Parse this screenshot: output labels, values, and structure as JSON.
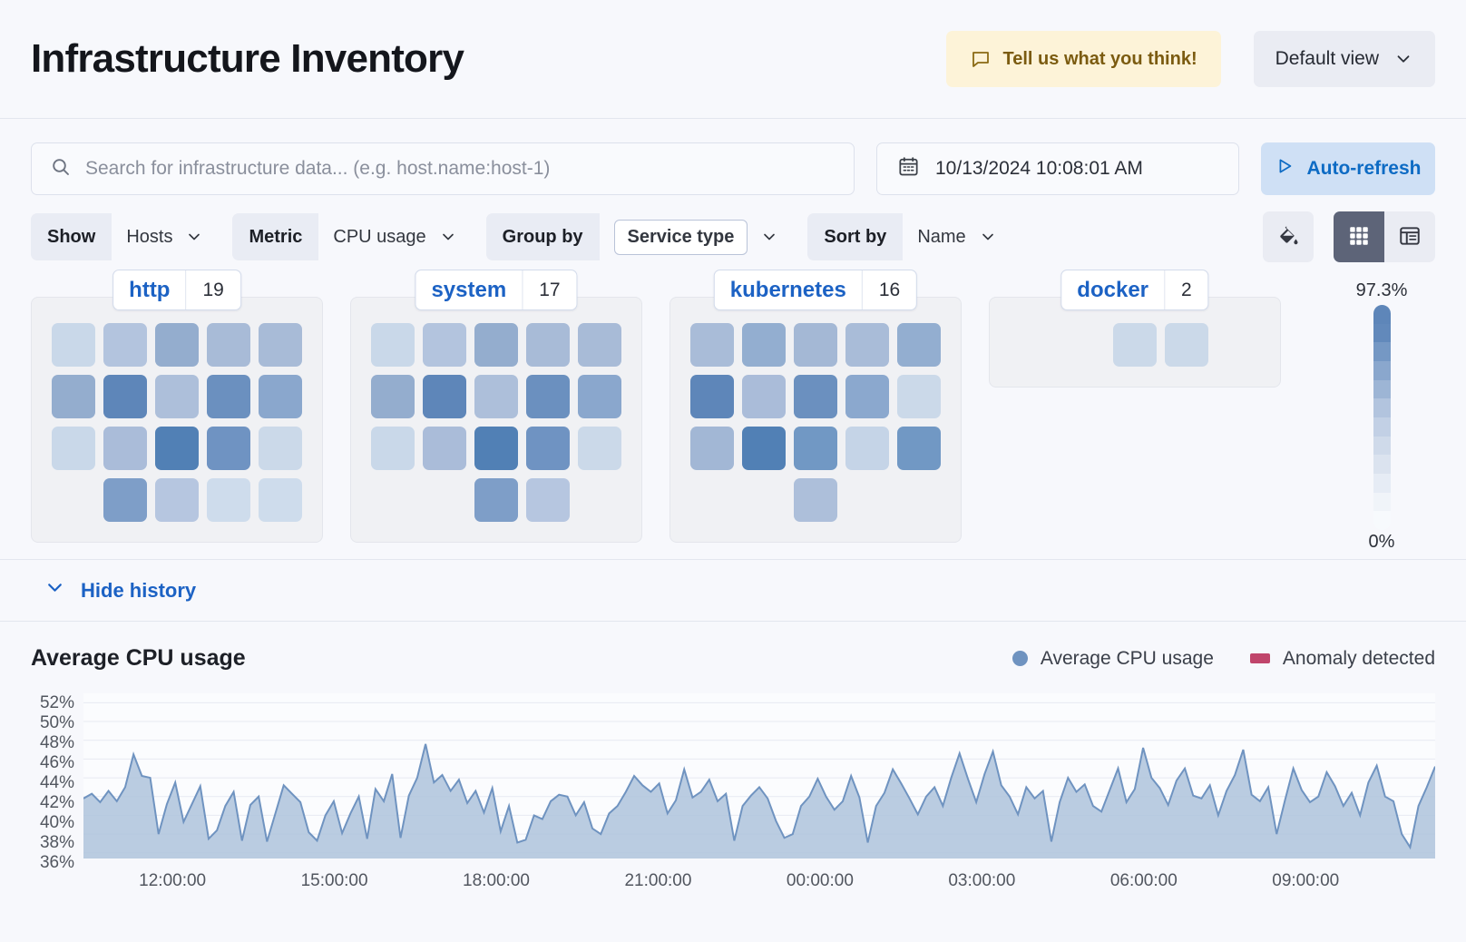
{
  "header": {
    "title": "Infrastructure Inventory",
    "feedback_label": "Tell us what you think!",
    "feedback_icon": "comment-icon",
    "view_label": "Default view",
    "view_icon": "chevron-down-icon"
  },
  "search": {
    "placeholder": "Search for infrastructure data... (e.g. host.name:host-1)",
    "value": "",
    "icon": "search-icon"
  },
  "date": {
    "value": "10/13/2024 10:08:01 AM",
    "icon": "calendar-icon"
  },
  "refresh": {
    "label": "Auto-refresh",
    "icon": "play-icon"
  },
  "filters": [
    {
      "label": "Show",
      "value": "Hosts",
      "boxed": false
    },
    {
      "label": "Metric",
      "value": "CPU usage",
      "boxed": false
    },
    {
      "label": "Group by",
      "value": "Service type",
      "boxed": true
    },
    {
      "label": "Sort by",
      "value": "Name",
      "boxed": false
    }
  ],
  "tools": {
    "palette_icon": "color-fill-icon",
    "grid_view_icon": "grid-view-icon",
    "table_view_icon": "table-view-icon",
    "active_view": "grid"
  },
  "legend_scale": {
    "max_label": "97.3%",
    "min_label": "0%",
    "stops": [
      "#5e86b9",
      "#6289bb",
      "#7598c4",
      "#8aa7cd",
      "#9db5d5",
      "#b2c4de",
      "#c2d0e5",
      "#cfdaea",
      "#dbe3ef",
      "#e6ecf5",
      "#f0f4f9",
      "#f7fafd"
    ]
  },
  "groups": [
    {
      "name": "http",
      "count": "19",
      "rows": [
        {
          "offset": 0,
          "colors": [
            "#c9d8e9",
            "#b3c4de",
            "#94adce",
            "#a8bbd7",
            "#a8bbd7"
          ]
        },
        {
          "offset": 0,
          "colors": [
            "#94adce",
            "#5e86b9",
            "#adbfda",
            "#6b90bf",
            "#8aa7cd"
          ]
        },
        {
          "offset": 0,
          "colors": [
            "#c9d8e9",
            "#aabcd9",
            "#5180b5",
            "#6f93c2",
            "#cbd9e9"
          ]
        },
        {
          "offset": 1,
          "colors": [
            "#7e9ec8",
            "#b6c6e0",
            "#cedcec",
            "#cedcec"
          ]
        }
      ]
    },
    {
      "name": "system",
      "count": "17",
      "rows": [
        {
          "offset": 0,
          "colors": [
            "#c9d8e9",
            "#b3c4de",
            "#94adce",
            "#a8bbd7",
            "#a8bbd7"
          ]
        },
        {
          "offset": 0,
          "colors": [
            "#94adce",
            "#5e86b9",
            "#adbfda",
            "#6b90bf",
            "#8aa7cd"
          ]
        },
        {
          "offset": 0,
          "colors": [
            "#c9d8e9",
            "#aabcd9",
            "#5180b5",
            "#6f93c2",
            "#cbd9e9"
          ]
        },
        {
          "offset": 2,
          "colors": [
            "#7e9ec8",
            "#b6c6e0"
          ]
        }
      ]
    },
    {
      "name": "kubernetes",
      "count": "16",
      "rows": [
        {
          "offset": 0,
          "colors": [
            "#a9bcd8",
            "#93aed0",
            "#a4b8d5",
            "#a9bcd8",
            "#93aed0"
          ]
        },
        {
          "offset": 0,
          "colors": [
            "#5e86b9",
            "#aabcd9",
            "#6b90bf",
            "#8ba8ce",
            "#cbd9e9"
          ]
        },
        {
          "offset": 0,
          "colors": [
            "#a2b7d5",
            "#5180b5",
            "#7198c4",
            "#c5d4e7",
            "#7198c4"
          ]
        },
        {
          "offset": 2,
          "colors": [
            "#adbfda"
          ]
        }
      ]
    },
    {
      "name": "docker",
      "count": "2",
      "rows": [
        {
          "offset": 2,
          "colors": [
            "#cbd9e9",
            "#cbd9e9"
          ]
        }
      ]
    }
  ],
  "hide_history": {
    "label": "Hide history",
    "icon": "chevron-down-icon"
  },
  "chart_data": {
    "type": "area",
    "title": "Average CPU usage",
    "xlabel": "",
    "ylabel": "",
    "ylim": [
      35,
      53
    ],
    "grid": true,
    "legend_position": "top-right",
    "legend": [
      {
        "name": "Average CPU usage",
        "color": "#6f93c0",
        "marker": "dot"
      },
      {
        "name": "Anomaly detected",
        "color": "#c0456b",
        "marker": "bar"
      }
    ],
    "yticks": [
      "52%",
      "50%",
      "48%",
      "46%",
      "44%",
      "42%",
      "40%",
      "38%",
      "36%"
    ],
    "ytick_values": [
      52,
      50,
      48,
      46,
      44,
      42,
      40,
      38,
      36
    ],
    "xticks": [
      "12:00:00",
      "15:00:00",
      "18:00:00",
      "21:00:00",
      "00:00:00",
      "03:00:00",
      "06:00:00",
      "09:00:00"
    ],
    "series": [
      {
        "name": "Average CPU usage",
        "color": "#6f93c0",
        "fill": "#aec3dc",
        "values": [
          41.8,
          42.3,
          41.4,
          42.6,
          41.5,
          43.0,
          46.5,
          44.2,
          44.0,
          38.0,
          41.2,
          43.5,
          39.3,
          41.2,
          43.1,
          37.5,
          38.4,
          41.0,
          42.5,
          37.3,
          41.1,
          42.0,
          37.2,
          40.2,
          43.2,
          42.3,
          41.4,
          38.2,
          37.3,
          40.0,
          41.5,
          38.1,
          40.2,
          42.0,
          37.5,
          42.8,
          41.5,
          44.4,
          37.6,
          42.1,
          44.0,
          47.6,
          43.5,
          44.3,
          42.6,
          43.8,
          41.3,
          42.6,
          40.3,
          42.9,
          38.3,
          41.0,
          37.1,
          37.4,
          40.0,
          39.6,
          41.5,
          42.2,
          42.0,
          40.0,
          41.4,
          38.6,
          38.0,
          40.2,
          41.0,
          42.5,
          44.2,
          43.2,
          42.5,
          43.4,
          40.2,
          41.6,
          44.9,
          41.9,
          42.5,
          43.8,
          41.5,
          42.3,
          37.3,
          41.0,
          42.1,
          43.0,
          41.8,
          39.4,
          37.6,
          38.0,
          41.0,
          42.0,
          43.9,
          42.0,
          40.6,
          41.5,
          44.2,
          41.9,
          37.1,
          41.0,
          42.4,
          44.9,
          43.4,
          41.8,
          40.1,
          42.0,
          43.0,
          41.0,
          44.0,
          46.6,
          43.9,
          41.4,
          44.4,
          46.8,
          43.2,
          42.0,
          40.1,
          43.0,
          41.8,
          42.6,
          37.2,
          41.4,
          44.0,
          42.5,
          43.3,
          41.0,
          40.4,
          42.7,
          45.0,
          41.4,
          42.8,
          47.2,
          44.0,
          42.9,
          41.1,
          43.7,
          45.0,
          42.1,
          41.8,
          43.2,
          40.0,
          42.6,
          44.3,
          47.0,
          42.2,
          41.5,
          43.0,
          38.0,
          41.6,
          45.0,
          42.7,
          41.4,
          42.0,
          44.6,
          43.1,
          41.0,
          42.4,
          40.0,
          43.5,
          45.3,
          42.0,
          41.5,
          38.0,
          36.6,
          41.0,
          43.0,
          45.2
        ]
      }
    ]
  }
}
